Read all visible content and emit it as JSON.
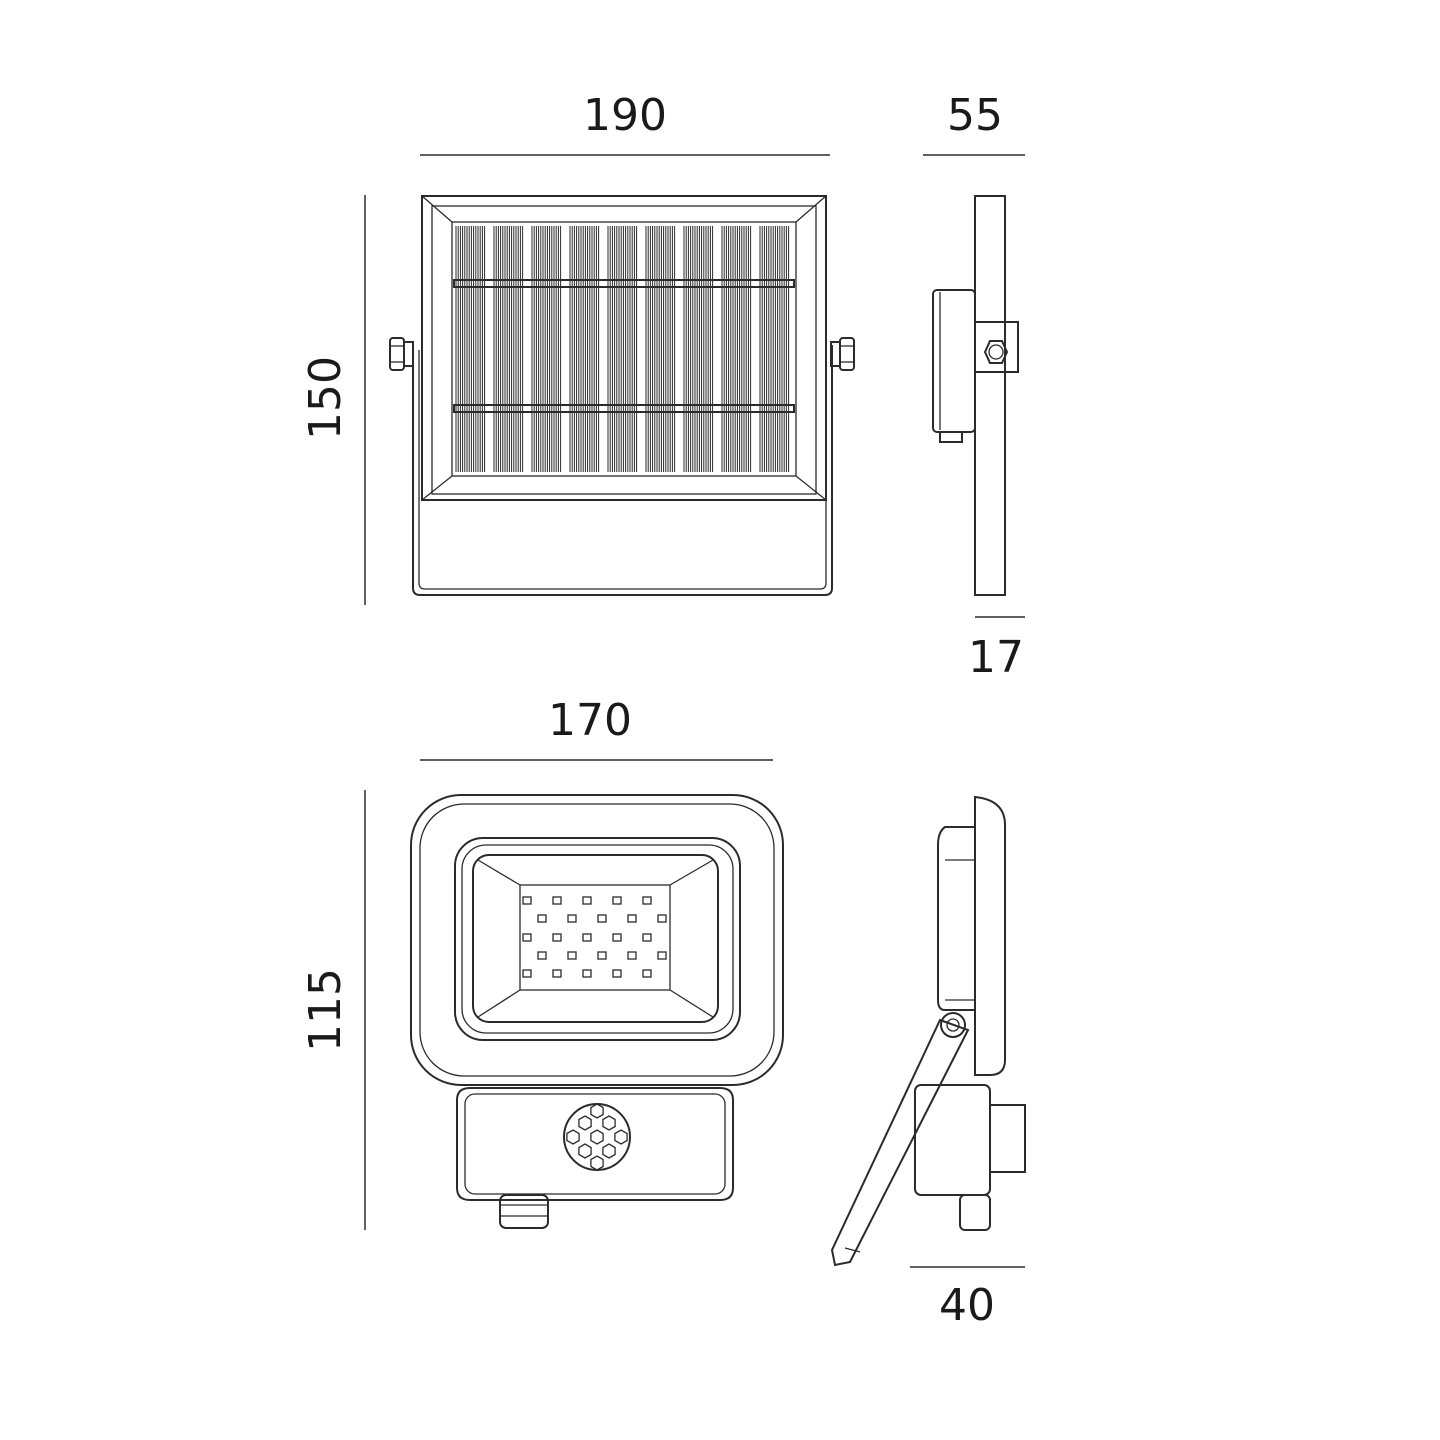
{
  "dimensions": {
    "solar_width": "190",
    "solar_depth": "55",
    "solar_height": "150",
    "solar_thickness": "17",
    "lamp_width": "170",
    "lamp_height": "115",
    "lamp_depth": "40"
  },
  "colors": {
    "line": "#2b2b2b",
    "background": "#ffffff"
  }
}
